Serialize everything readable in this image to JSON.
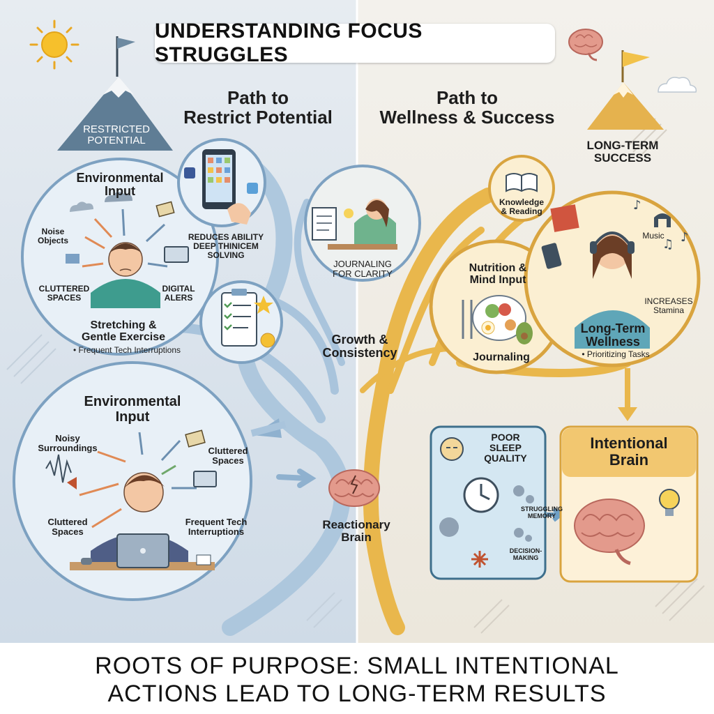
{
  "title": "UNDERSTANDING FOCUS STRUGGLES",
  "left_path": {
    "heading_line1": "Path to",
    "heading_line2": "Restrict Potential",
    "peak_line1": "RESTRICTED",
    "peak_line2": "POTENTIAL",
    "circle_top": {
      "title_line1": "Environmental",
      "title_line2": "Input",
      "noise_objects_1": "Noise",
      "noise_objects_2": "Objects",
      "cluttered_1": "CLUTTERED",
      "cluttered_2": "SPACES",
      "digital_1": "DIGITAL",
      "digital_2": "ALERS",
      "stretch_1": "Stretching &",
      "stretch_2": "Gentle Exercise",
      "bullet": "• Frequent Tech Interruptions"
    },
    "phone_note_1": "REDUCES ABILITY",
    "phone_note_2": "DEEP THINICEM",
    "phone_note_3": "SOLVING",
    "circle_bottom": {
      "title_line1": "Environmental",
      "title_line2": "Input",
      "noisy_1": "Noisy",
      "noisy_2": "Surroundings",
      "cluttered_right_1": "Cluttered",
      "cluttered_right_2": "Spaces",
      "cluttered_left_1": "Cluttered",
      "cluttered_left_2": "Spaces",
      "tech_1": "Frequent Tech",
      "tech_2": "Interruptions"
    }
  },
  "center": {
    "journaling_1": "JOURNALING",
    "journaling_2": "FOR CLARITY",
    "growth_1": "Growth &",
    "growth_2": "Consistency",
    "reactionary_1": "Reactionary",
    "reactionary_2": "Brain"
  },
  "right_path": {
    "heading_line1": "Path to",
    "heading_line2": "Wellness & Success",
    "peak_line1": "LONG-TERM",
    "peak_line2": "SUCCESS",
    "knowledge_1": "Knowledge",
    "knowledge_2": "& Reading",
    "nutrition_1": "Nutrition &",
    "nutrition_2": "Mind Input",
    "journaling": "Journaling",
    "music": "Music",
    "increases_1": "INCREASES",
    "increases_2": "Stamina",
    "wellness_1": "Long-Term",
    "wellness_2": "Wellness",
    "wellness_bullet": "• Prioritizing Tasks",
    "sleep_1": "POOR",
    "sleep_2": "SLEEP",
    "sleep_3": "QUALITY",
    "memory_1": "STRUGGLING",
    "memory_2": "MEMORY",
    "decision_1": "DECISION-",
    "decision_2": "MAKING",
    "intentional_1": "Intentional",
    "intentional_2": "Brain"
  },
  "footer": {
    "line1": "ROOTS OF PURPOSE: SMALL INTENTIONAL",
    "line2": "ACTIONS LEAD TO LONG-TERM RESULTS"
  },
  "colors": {
    "left_bg": "#dfe6ee",
    "right_bg": "#f1eee6",
    "blue_path": "#a9c4dc",
    "gold_path": "#e9b74c",
    "circle_blue": "#e8f0f7",
    "circle_gold": "#fbefd2",
    "brain": "#e39a8c"
  }
}
